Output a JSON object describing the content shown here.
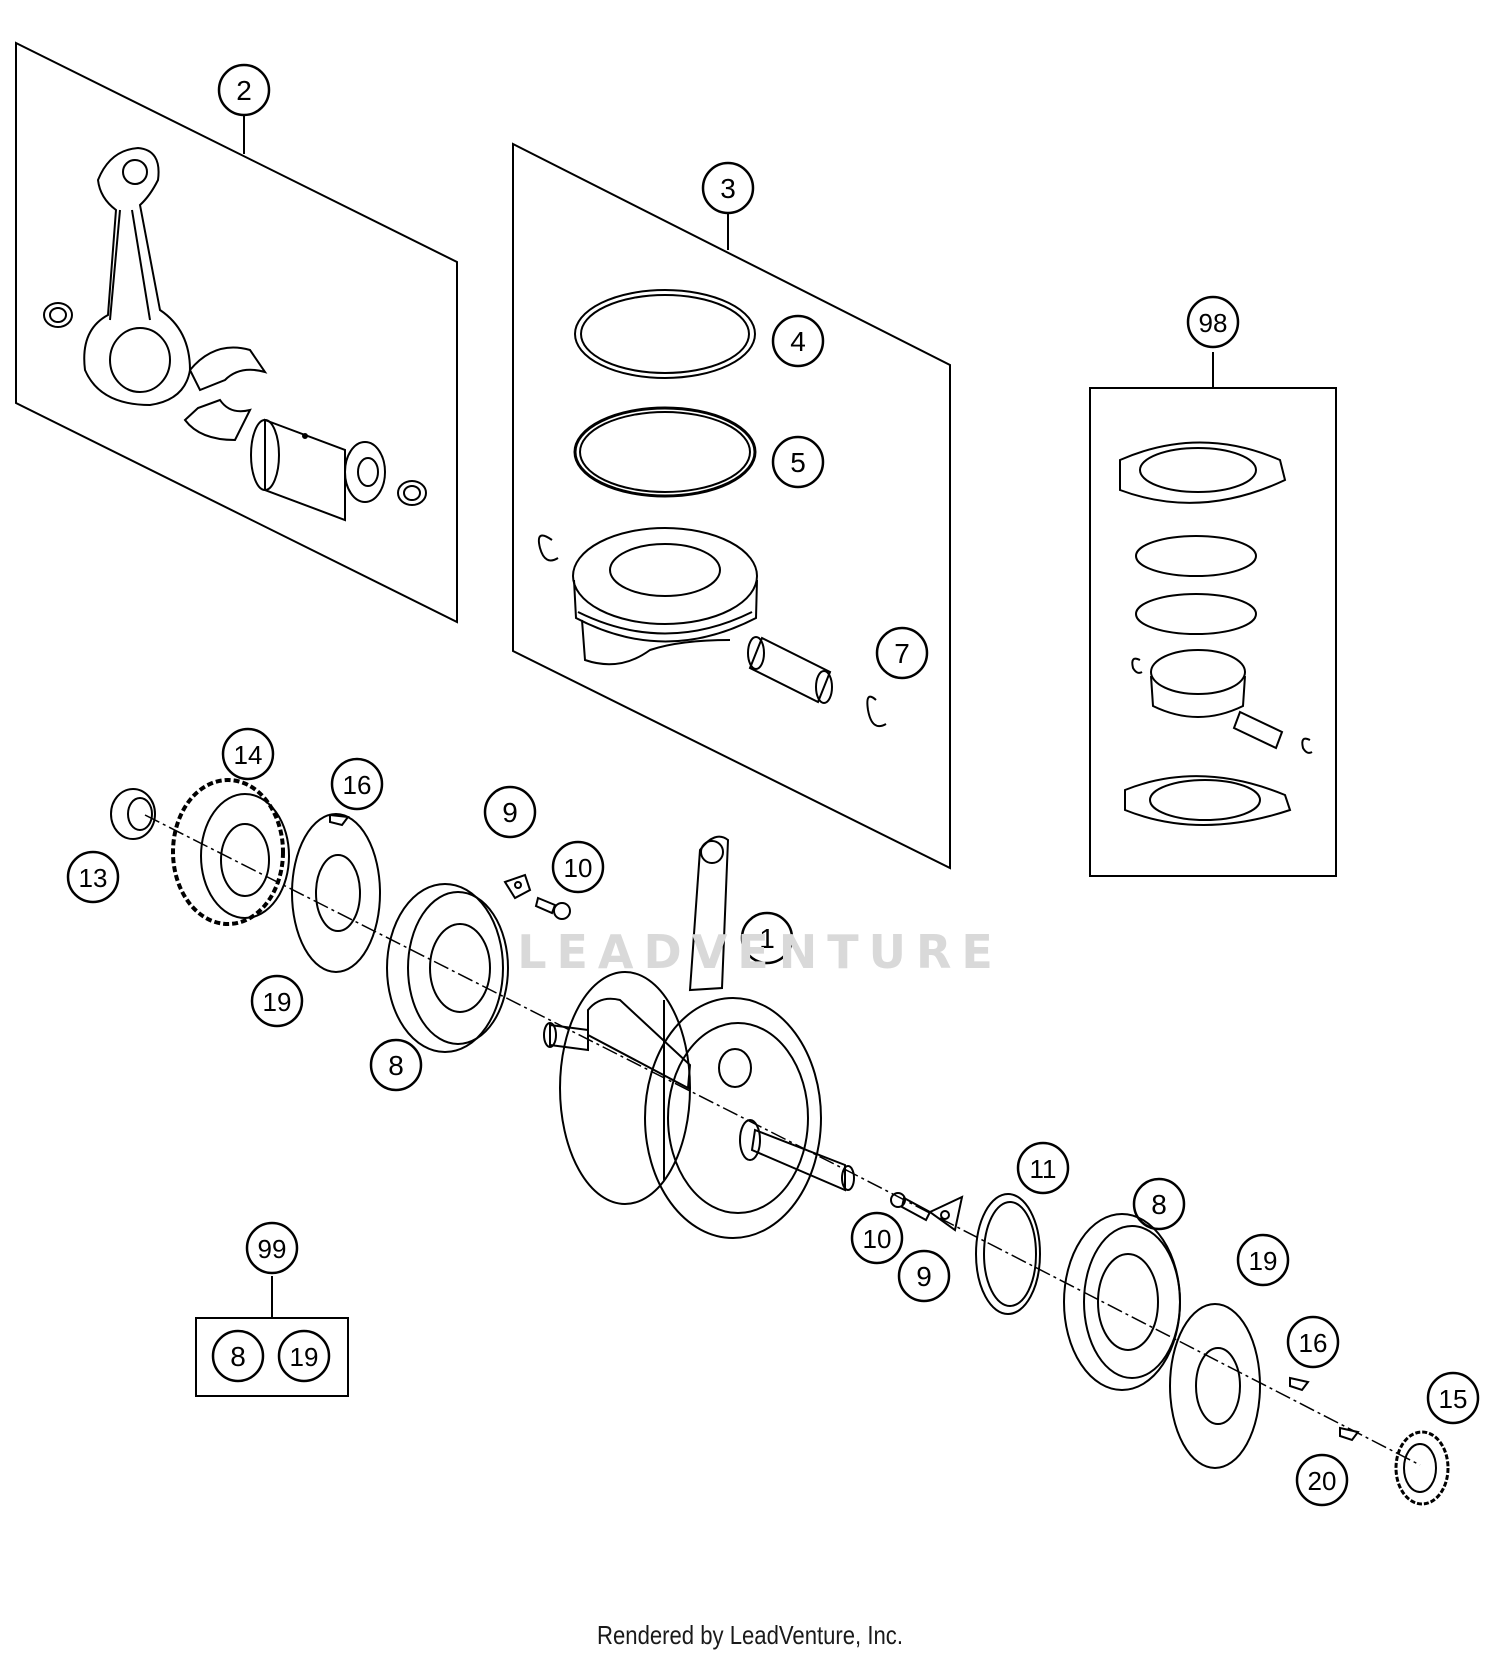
{
  "callouts": [
    "1",
    "2",
    "3",
    "4",
    "5",
    "7",
    "8",
    "8",
    "9",
    "9",
    "10",
    "10",
    "11",
    "13",
    "14",
    "15",
    "16",
    "16",
    "19",
    "19",
    "20",
    "98",
    "99",
    "8",
    "19"
  ],
  "watermark": {
    "text": "LEADVENTURE"
  },
  "footer": {
    "text": "Rendered by LeadVenture, Inc."
  },
  "colors": {
    "line": "#000000",
    "watermark": "#d9d9d9",
    "background": "#ffffff"
  }
}
